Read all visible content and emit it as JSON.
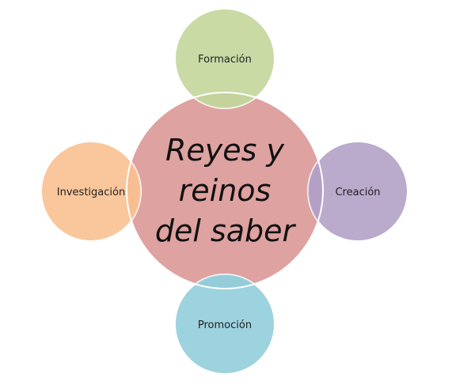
{
  "diagram": {
    "center": {
      "lines": [
        "Reyes y",
        "reinos",
        "del saber"
      ],
      "color": "#D99594"
    },
    "nodes": [
      {
        "key": "top",
        "label": "Formación",
        "color": "#C3D69B"
      },
      {
        "key": "right",
        "label": "Creación",
        "color": "#B2A1C7"
      },
      {
        "key": "bottom",
        "label": "Promoción",
        "color": "#92CDDC"
      },
      {
        "key": "left",
        "label": "Investigación",
        "color": "#FAC090"
      }
    ]
  }
}
